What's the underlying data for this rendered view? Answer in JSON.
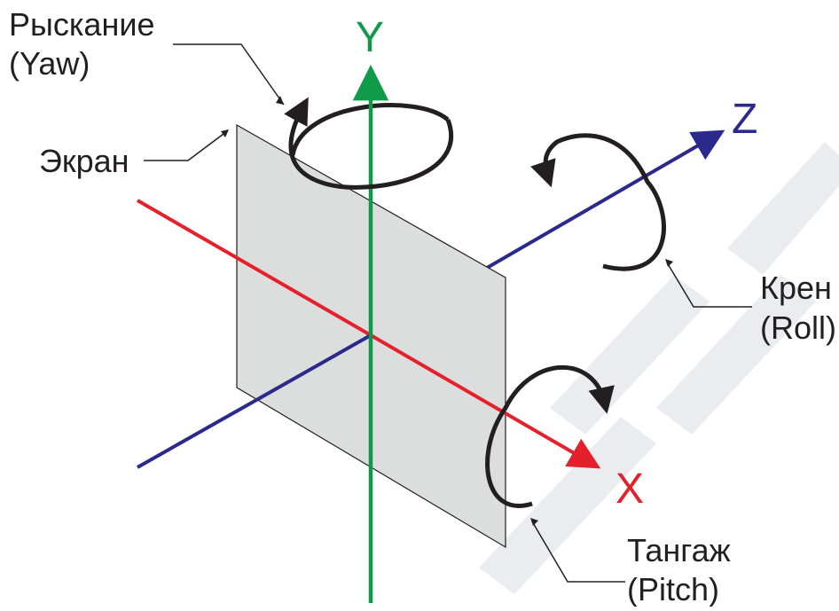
{
  "axes": {
    "y": {
      "label": "Y",
      "color": "#0e9a48"
    },
    "z": {
      "label": "Z",
      "color": "#2b2a8c"
    },
    "x": {
      "label": "X",
      "color": "#e3202b"
    }
  },
  "labels": {
    "yaw_line1": "Рыскание",
    "yaw_line2": "(Yaw)",
    "screen": "Экран",
    "roll_line1": "Крен",
    "roll_line2": "(Roll)",
    "pitch_line1": "Тангаж",
    "pitch_line2": "(Pitch)"
  },
  "colors": {
    "screen_fill": "#dcdddd",
    "rotation_arrows": "#231f20",
    "watermark": "#d9dde4"
  }
}
